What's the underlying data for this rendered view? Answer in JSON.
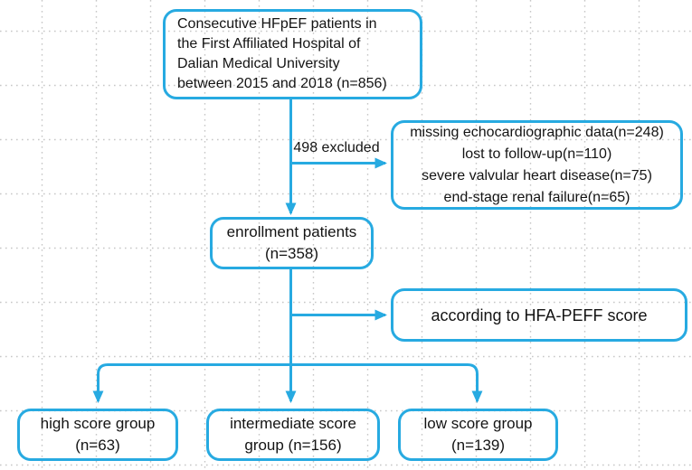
{
  "colors": {
    "accent": "#27aae1",
    "grid": "#c7c7c7",
    "text": "#141414",
    "background": "#ffffff"
  },
  "nodes": {
    "source": {
      "lines": [
        "Consecutive HFpEF patients in",
        "the First Affiliated Hospital of",
        "Dalian Medical University",
        "between 2015 and 2018 (n=856)"
      ]
    },
    "excluded": {
      "lines": [
        "missing echocardiographic data(n=248)",
        "lost to follow-up(n=110)",
        "severe valvular heart disease(n=75)",
        "end-stage renal failure(n=65)"
      ]
    },
    "enrollment": {
      "lines": [
        "enrollment patients",
        "(n=358)"
      ]
    },
    "score": {
      "lines": [
        "according to HFA-PEFF score"
      ]
    },
    "high": {
      "lines": [
        "high score group",
        "(n=63)"
      ]
    },
    "intermediate": {
      "lines": [
        "intermediate score",
        "group (n=156)"
      ]
    },
    "low": {
      "lines": [
        "low score group",
        "(n=139)"
      ]
    }
  },
  "edges": {
    "excluded_label": "498 excluded"
  }
}
